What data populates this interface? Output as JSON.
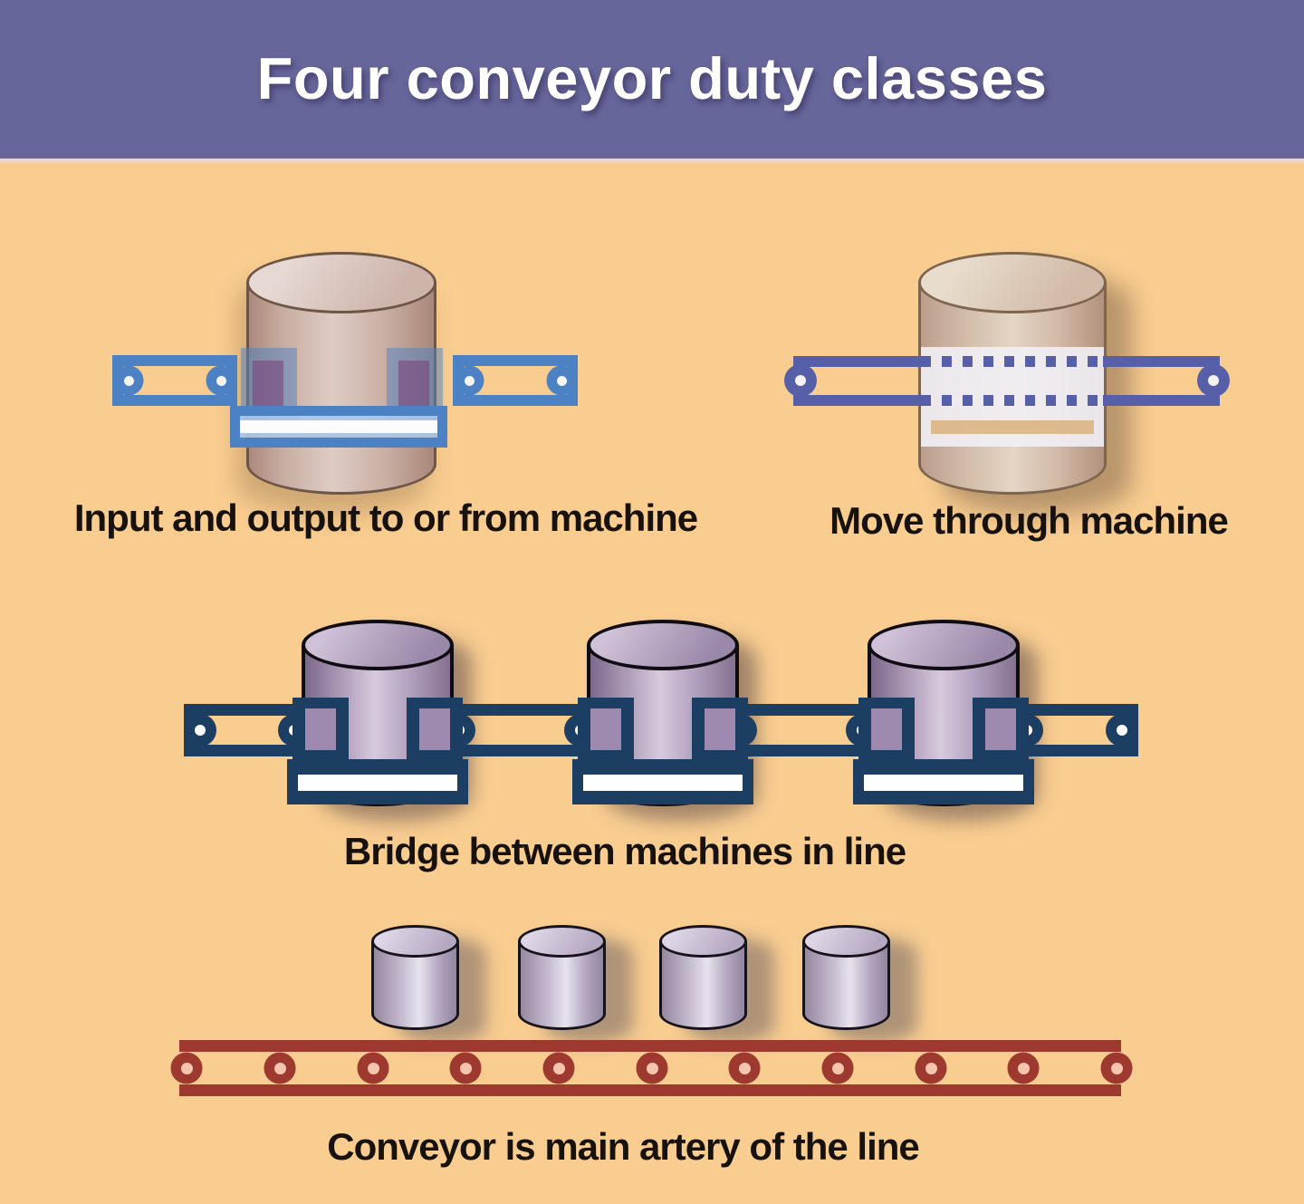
{
  "header": {
    "title": "Four conveyor duty classes"
  },
  "diagrams": {
    "input_output": {
      "label": "Input and output to or from machine"
    },
    "move_through": {
      "label": "Move through machine"
    },
    "bridge": {
      "label": "Bridge between machines in line"
    },
    "main_artery": {
      "label": "Conveyor is main artery of the line"
    }
  },
  "colors": {
    "header_bg": "#67669b",
    "header_edge": "#6e6391",
    "title_text": "#ffffff",
    "background": "#f9cd90",
    "label_text": "#18120f",
    "conveyor_blue": "#4c81c4",
    "conveyor_slate": "#575fa9",
    "conveyor_navy": "#1c3e63",
    "conveyor_maroon": "#9e392f",
    "tan_band": "#dcba8e",
    "red_roller_hole": "#f5c5ad"
  }
}
